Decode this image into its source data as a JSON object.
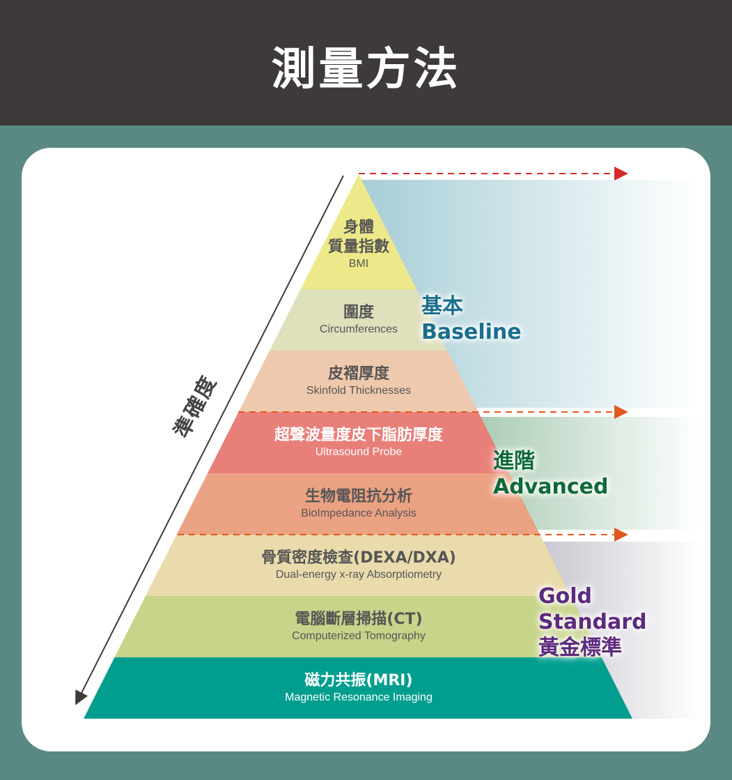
{
  "title": "測量方法",
  "accuracy_label": "準確度",
  "layers": [
    {
      "zh": [
        "身體",
        "質量指數"
      ],
      "en": "BMI",
      "color": "#ede98a",
      "light": false
    },
    {
      "zh": [
        "圍度"
      ],
      "en": "Circumferences",
      "color": "#dfe0bc",
      "light": false
    },
    {
      "zh": [
        "皮褶厚度"
      ],
      "en": "Skinfold Thicknesses",
      "color": "#efc9ad",
      "light": false
    },
    {
      "zh": [
        "超聲波量度皮下脂肪厚度"
      ],
      "en": "Ultrasound Probe",
      "color": "#e97f79",
      "light": true
    },
    {
      "zh": [
        "生物電阻抗分析"
      ],
      "en": "BioImpedance Analysis",
      "color": "#eba282",
      "light": false
    },
    {
      "zh": [
        "骨質密度檢查(DEXA/DXA)"
      ],
      "en": "Dual-energy x-ray Absorptiometry",
      "color": "#e9dbac",
      "light": false
    },
    {
      "zh": [
        "電腦斷層掃描(CT)"
      ],
      "en": "Computerized Tomography",
      "color": "#c7d489",
      "light": false
    },
    {
      "zh": [
        "磁力共振(MRI)"
      ],
      "en": "Magnetic Resonance Imaging",
      "color": "#009e8f",
      "light": true
    }
  ],
  "tiers": {
    "baseline": {
      "lines": [
        "基本",
        "Baseline"
      ],
      "color": "#1a6e8e"
    },
    "advanced": {
      "lines": [
        "進階",
        "Advanced"
      ],
      "color": "#0e6a3a"
    },
    "gold": {
      "lines": [
        "Gold",
        "Standard",
        "黃金標準"
      ],
      "color": "#5c2a7e"
    }
  }
}
